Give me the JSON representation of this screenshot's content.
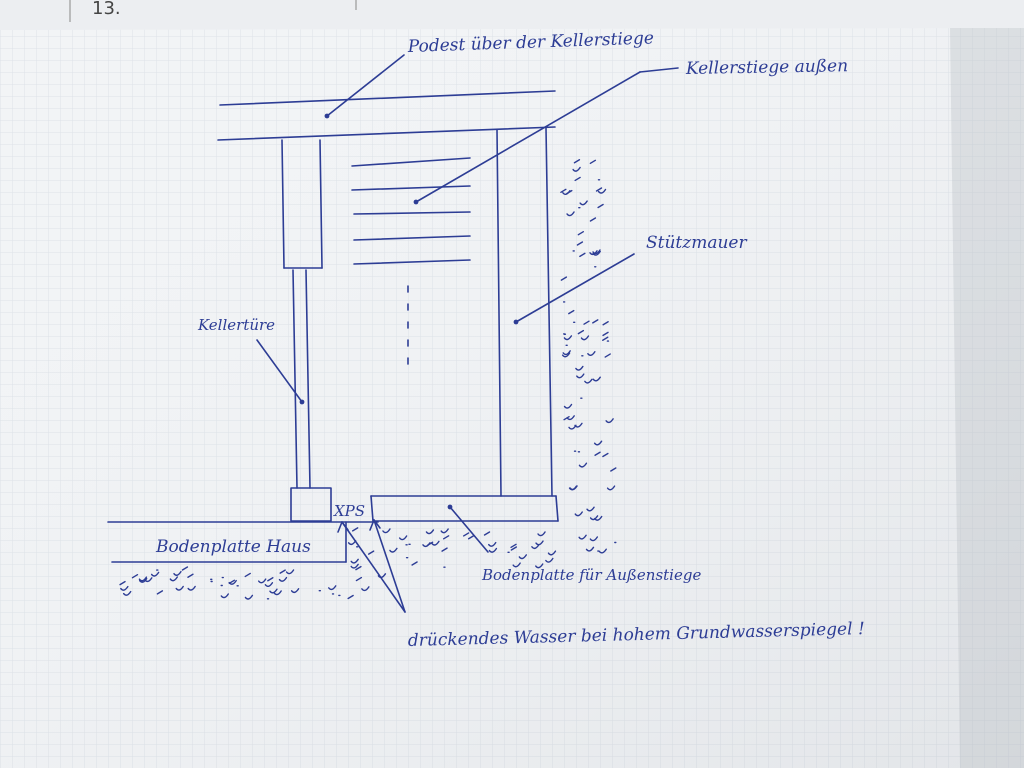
{
  "colors": {
    "ink": "#2d3d95",
    "paper": "#f2f4f6",
    "grid": "#dfe3e8",
    "shadow": "#c9ccd1"
  },
  "top_note": "13.",
  "labels": {
    "podest": "Podest über der Kellerstiege",
    "kellerstiege": "Kellerstiege außen",
    "stuetzmauer": "Stützmauer",
    "kellertuere": "Kellertüre",
    "xps": "XPS",
    "bodenplatte_haus": "Bodenplatte Haus",
    "bodenplatte_aussen": "Bodenplatte für Außenstiege",
    "wasser": "drückendes Wasser bei hohem Grundwasserspiegel !"
  }
}
